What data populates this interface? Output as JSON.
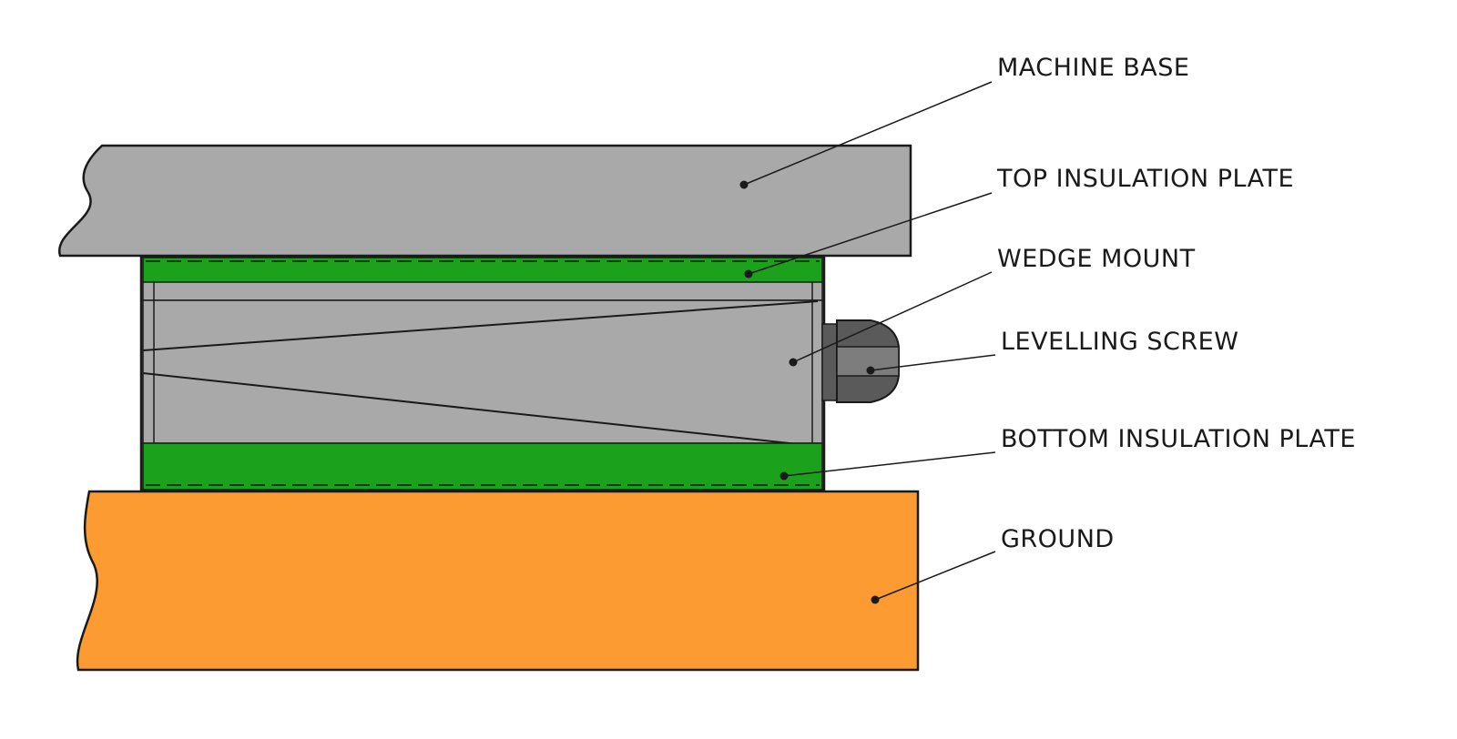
{
  "diagram": {
    "labels": [
      {
        "id": "machine-base",
        "text": "MACHINE BASE"
      },
      {
        "id": "top-insulation-plate",
        "text": "TOP INSULATION PLATE"
      },
      {
        "id": "wedge-mount",
        "text": "WEDGE MOUNT"
      },
      {
        "id": "levelling-screw",
        "text": "LEVELLING SCREW"
      },
      {
        "id": "bottom-insulation-plate",
        "text": "BOTTOM INSULATION PLATE"
      },
      {
        "id": "ground",
        "text": "GROUND"
      }
    ],
    "colors": {
      "machine_base": "#a9a9a9",
      "wedge_body": "#a9a9a9",
      "mount_frame": "#9b9b9b",
      "insulation_green": "#1ba11b",
      "screw_dark": "#5a5a5a",
      "screw_mid": "#7d7d7d",
      "ground_orange": "#fb9b32",
      "outline": "#1a1a1a"
    }
  }
}
